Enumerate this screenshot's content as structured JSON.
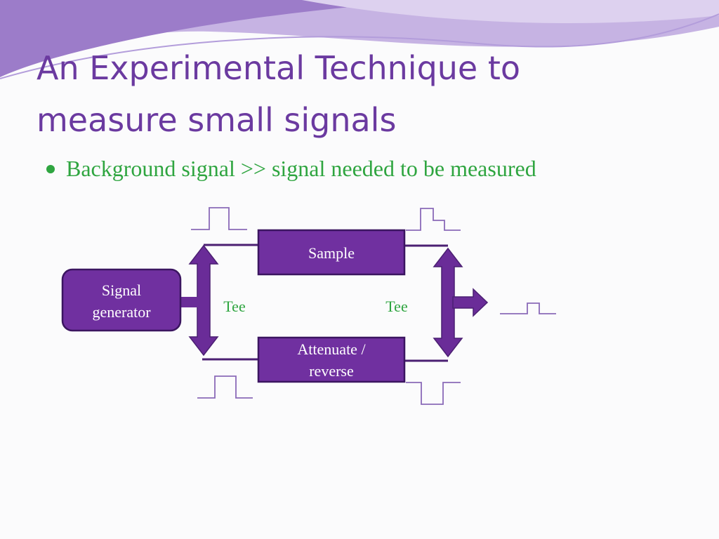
{
  "slide": {
    "title_line1": "An Experimental Technique to",
    "title_line2": "measure small signals",
    "bullet": "Background signal >> signal needed to be measured"
  },
  "diagram": {
    "signal_generator_line1": "Signal",
    "signal_generator_line2": "generator",
    "sample": "Sample",
    "attenuate_line1": "Attenuate /",
    "attenuate_line2": "reverse",
    "tee_left": "Tee",
    "tee_right": "Tee"
  },
  "colors": {
    "title": "#6b3aa0",
    "bullet": "#2fa540",
    "box_fill": "#7030a0",
    "box_stroke": "#3b1560",
    "arrow": "#6a2c98",
    "tee_label": "#2fa540",
    "waveform": "#8a6ab8",
    "decoration": "#9c7cc9"
  }
}
